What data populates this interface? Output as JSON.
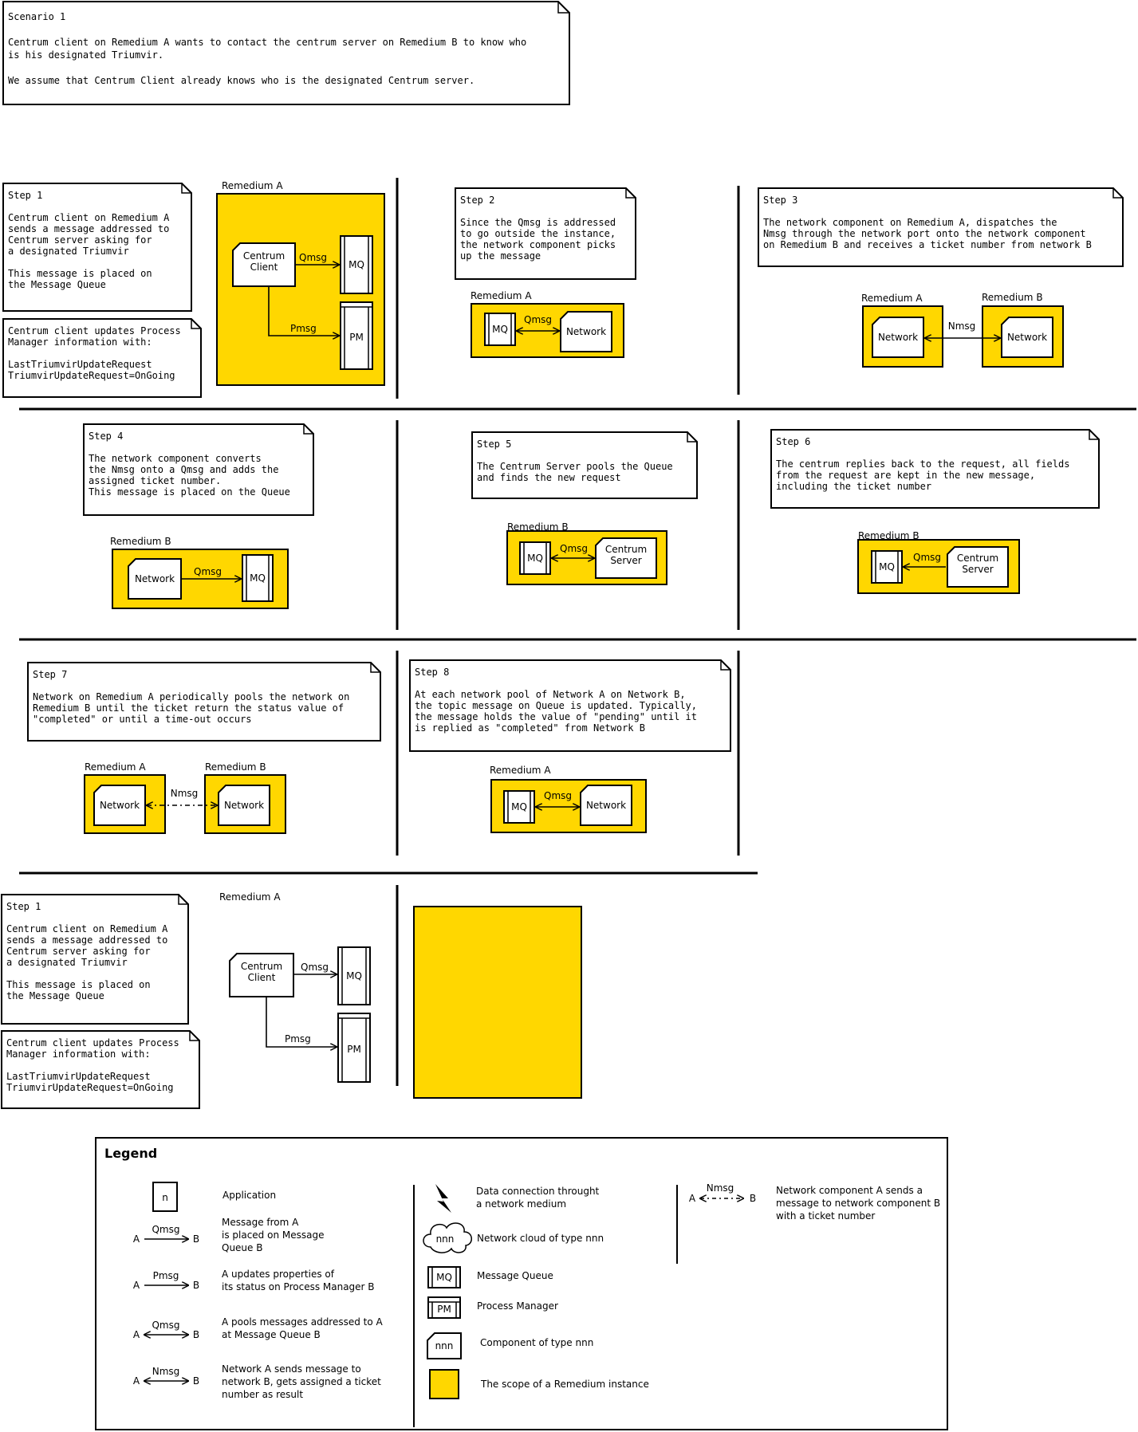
{
  "scenario": {
    "lines": [
      "Scenario 1",
      "",
      "Centrum client on Remedium A wants to contact the centrum server on Remedium B to know who",
      "is his designated Triumvir.",
      "",
      "We assume that Centrum Client already knows who is the designated Centrum server."
    ]
  },
  "step1": {
    "note": [
      "Step 1",
      "",
      "Centrum client on Remedium A",
      "sends a message addressed to",
      "Centrum server asking for",
      "a designated Triumvir",
      "",
      "This message is placed on",
      "the Message Queue"
    ],
    "note2": [
      "Centrum client updates Process",
      "Manager information with:",
      "",
      "LastTriumvirUpdateRequest",
      "TriumvirUpdateRequest=OnGoing"
    ],
    "scope": "Remedium A",
    "client": [
      "Centrum",
      "Client"
    ],
    "qmsg": "Qmsg",
    "mq": "MQ",
    "pmsg": "Pmsg",
    "pm": "PM"
  },
  "step2": {
    "note": [
      "Step 2",
      "",
      "Since the Qmsg is addressed",
      "to go outside the instance,",
      "the network component picks",
      "up the message"
    ],
    "scope": "Remedium A",
    "mq": "MQ",
    "qmsg": "Qmsg",
    "network": "Network"
  },
  "step3": {
    "note": [
      "Step 3",
      "",
      "The network component on Remedium A, dispatches the",
      "Nmsg through the network port onto the network component",
      "on Remedium B and receives a ticket number from network B"
    ],
    "scope_a": "Remedium A",
    "scope_b": "Remedium B",
    "network_a": "Network",
    "network_b": "Network",
    "nmsg": "Nmsg"
  },
  "step4": {
    "note": [
      "Step 4",
      "",
      "The network component converts",
      "the Nmsg onto a Qmsg and adds the",
      "assigned ticket number.",
      "This message is placed on the Queue"
    ],
    "scope": "Remedium B",
    "network": "Network",
    "qmsg": "Qmsg",
    "mq": "MQ"
  },
  "step5": {
    "note": [
      "Step 5",
      "",
      "The Centrum Server pools the Queue",
      "and finds the new request"
    ],
    "scope": "Remedium B",
    "mq": "MQ",
    "qmsg": "Qmsg",
    "server": [
      "Centrum",
      "Server"
    ]
  },
  "step6": {
    "note": [
      "Step 6",
      "",
      "The centrum replies back to the request, all fields",
      "from the request are kept in the new message,",
      "including the ticket number"
    ],
    "scope": "Remedium B",
    "mq": "MQ",
    "qmsg": "Qmsg",
    "server": [
      "Centrum",
      "Server"
    ]
  },
  "step7": {
    "note": [
      "Step 7",
      "",
      "Network on Remedium A periodically pools the network on",
      "Remedium B until the ticket return the status value of",
      "\"completed\" or until a time-out occurs"
    ],
    "scope_a": "Remedium A",
    "scope_b": "Remedium B",
    "network_a": "Network",
    "network_b": "Network",
    "nmsg": "Nmsg"
  },
  "step8": {
    "note": [
      "Step 8",
      "",
      "At each network pool of Network A on Network B,",
      "the topic message on Queue is updated. Typically,",
      "the message holds the value of \"pending\" until it",
      "is replied as \"completed\" from Network B"
    ],
    "scope": "Remedium A",
    "mq": "MQ",
    "qmsg": "Qmsg",
    "network": "Network"
  },
  "step1b": {
    "note": [
      "Step 1",
      "",
      "Centrum client on Remedium A",
      "sends a message addressed to",
      "Centrum server asking for",
      "a designated Triumvir",
      "",
      "This message is placed on",
      "the Message Queue"
    ],
    "note2": [
      "Centrum client updates Process",
      "Manager information with:",
      "",
      "LastTriumvirUpdateRequest",
      "TriumvirUpdateRequest=OnGoing"
    ],
    "scope": "Remedium A",
    "client": [
      "Centrum",
      "Client"
    ],
    "qmsg": "Qmsg",
    "mq": "MQ",
    "pmsg": "Pmsg",
    "pm": "PM"
  },
  "legend": {
    "title": "Legend",
    "colors": {
      "scope": "#FFD700",
      "stroke": "#000000"
    },
    "left": [
      {
        "icon": "application-icon",
        "symbol": "n",
        "text": [
          "Application"
        ]
      },
      {
        "icon": "qmsg-arrow-icon",
        "a": "A",
        "b": "B",
        "label": "Qmsg",
        "text": [
          "Message from A",
          "is placed on Message",
          "Queue B"
        ]
      },
      {
        "icon": "pmsg-arrow-icon",
        "a": "A",
        "b": "B",
        "label": "Pmsg",
        "text": [
          "A updates properties of",
          "its status on Process Manager B"
        ]
      },
      {
        "icon": "qmsg-double-arrow-icon",
        "a": "A",
        "b": "B",
        "label": "Qmsg",
        "text": [
          "A pools messages addressed to A",
          "at Message Queue B"
        ]
      },
      {
        "icon": "nmsg-double-arrow-icon",
        "a": "A",
        "b": "B",
        "label": "Nmsg",
        "text": [
          "Network A sends message to",
          "network B, gets assigned a ticket",
          "number as result"
        ]
      }
    ],
    "middle": [
      {
        "icon": "lightning-icon",
        "text": [
          "Data connection throught",
          "a network medium"
        ]
      },
      {
        "icon": "cloud-icon",
        "symbol": "nnn",
        "text": [
          "Network cloud of type nnn"
        ]
      },
      {
        "icon": "message-queue-icon",
        "symbol": "MQ",
        "text": [
          "Message Queue"
        ]
      },
      {
        "icon": "process-manager-icon",
        "symbol": "PM",
        "text": [
          "Process Manager"
        ]
      },
      {
        "icon": "component-icon",
        "symbol": "nnn",
        "text": [
          "Component of type nnn"
        ]
      },
      {
        "icon": "scope-icon",
        "text": [
          "The scope of a Remedium instance"
        ]
      }
    ],
    "right": [
      {
        "icon": "nmsg-dashed-arrow-icon",
        "a": "A",
        "b": "B",
        "label": "Nmsg",
        "text": [
          "Network component A sends a",
          "message to network component B",
          "with a ticket number"
        ]
      }
    ]
  }
}
